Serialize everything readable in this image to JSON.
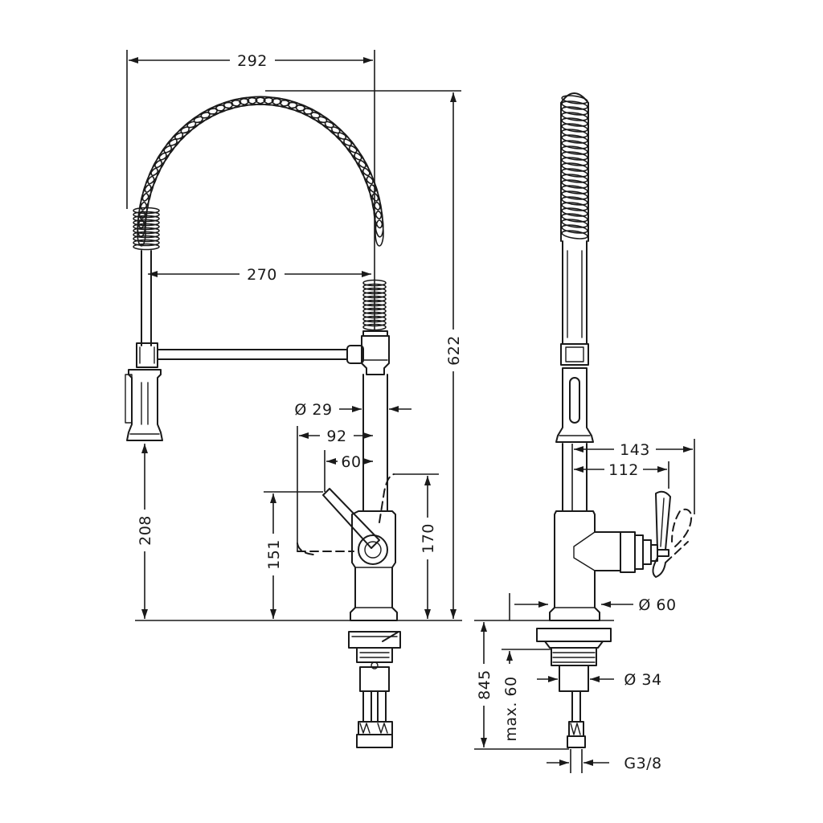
{
  "dimensions": {
    "overall_width": "292",
    "spout_reach": "270",
    "total_height": "622",
    "spray_height": "208",
    "body_diameter": "Ø 29",
    "handle_swing": "92",
    "handle_offset": "60",
    "lever_height": "151",
    "body_height": "170",
    "side_depth": "143",
    "side_lever": "112",
    "base_diameter": "Ø 60",
    "shank_length": "845",
    "max_deck": "max. 60",
    "shank_diameter": "Ø 34",
    "thread": "G3/8"
  },
  "style": {
    "line_color": "#1a1a1a",
    "background": "#ffffff"
  }
}
